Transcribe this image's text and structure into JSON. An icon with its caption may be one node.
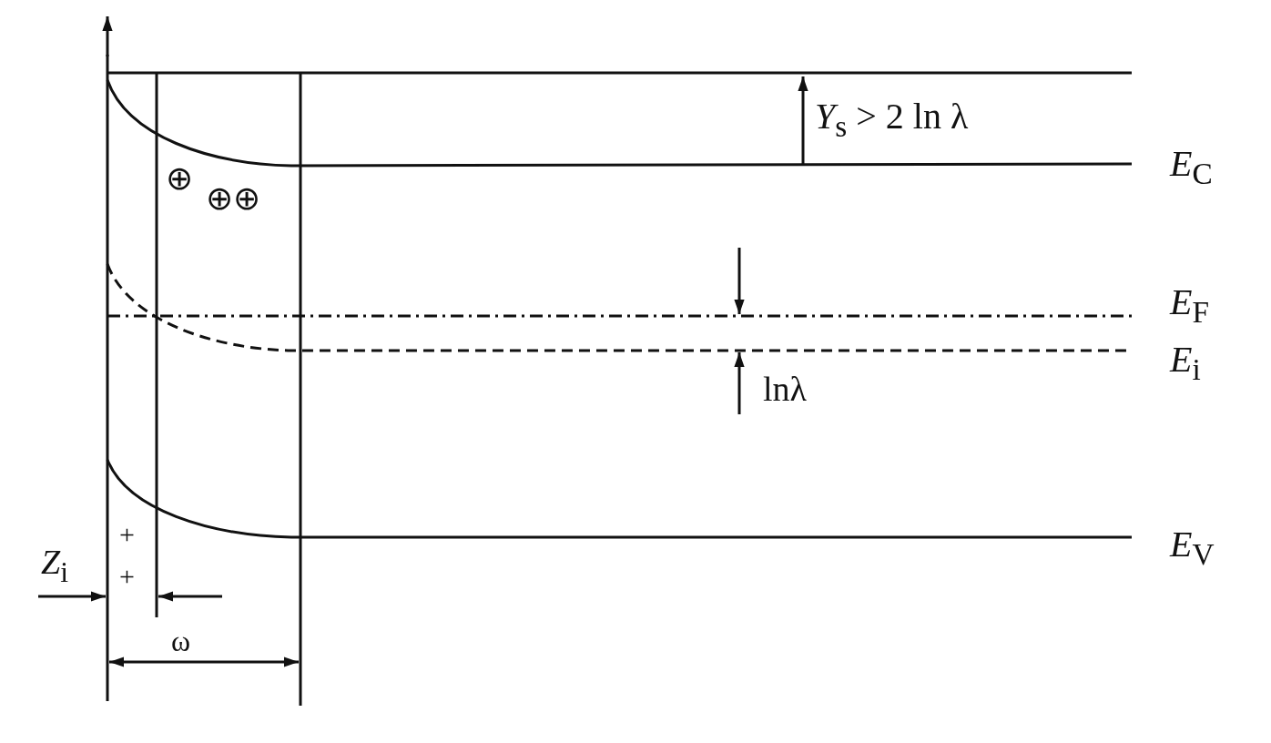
{
  "diagram": {
    "labels": [
      "*Y*$_{s}$ > 2 ln λ",
      "*E*$_{C}$",
      "⊕",
      "⊕⊕",
      "*E*$_{F}$",
      "*E*$_{i}$",
      "lnλ",
      "*E*$_{V}$",
      "+",
      "*Z*$_{i}$",
      "+",
      "ω"
    ]
  }
}
